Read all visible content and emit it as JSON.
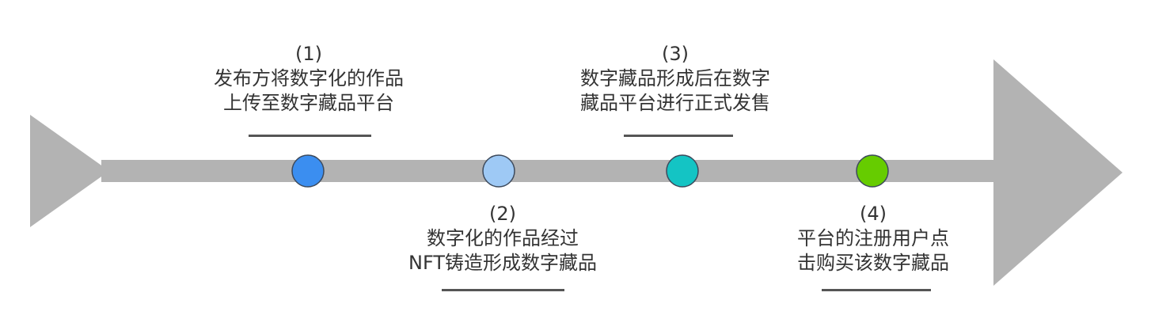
{
  "colors": {
    "arrow": "#b3b3b3",
    "node_stroke": "#3d4a5c",
    "text": "#333333",
    "underline": "#555555"
  },
  "steps": [
    {
      "number": "(1)",
      "line1": "发布方将数字化的作品",
      "line2": "上传至数字藏品平台",
      "color": "#3b8ef0"
    },
    {
      "number": "(2)",
      "line1": "数字化的作品经过",
      "line2": "NFT铸造形成数字藏品",
      "color": "#9ec9f5"
    },
    {
      "number": "(3)",
      "line1": "数字藏品形成后在数字",
      "line2": "藏品平台进行正式发售",
      "color": "#14c4c4"
    },
    {
      "number": "(4)",
      "line1": "平台的注册用户点",
      "line2": "击购买该数字藏品",
      "color": "#66cc00"
    }
  ]
}
